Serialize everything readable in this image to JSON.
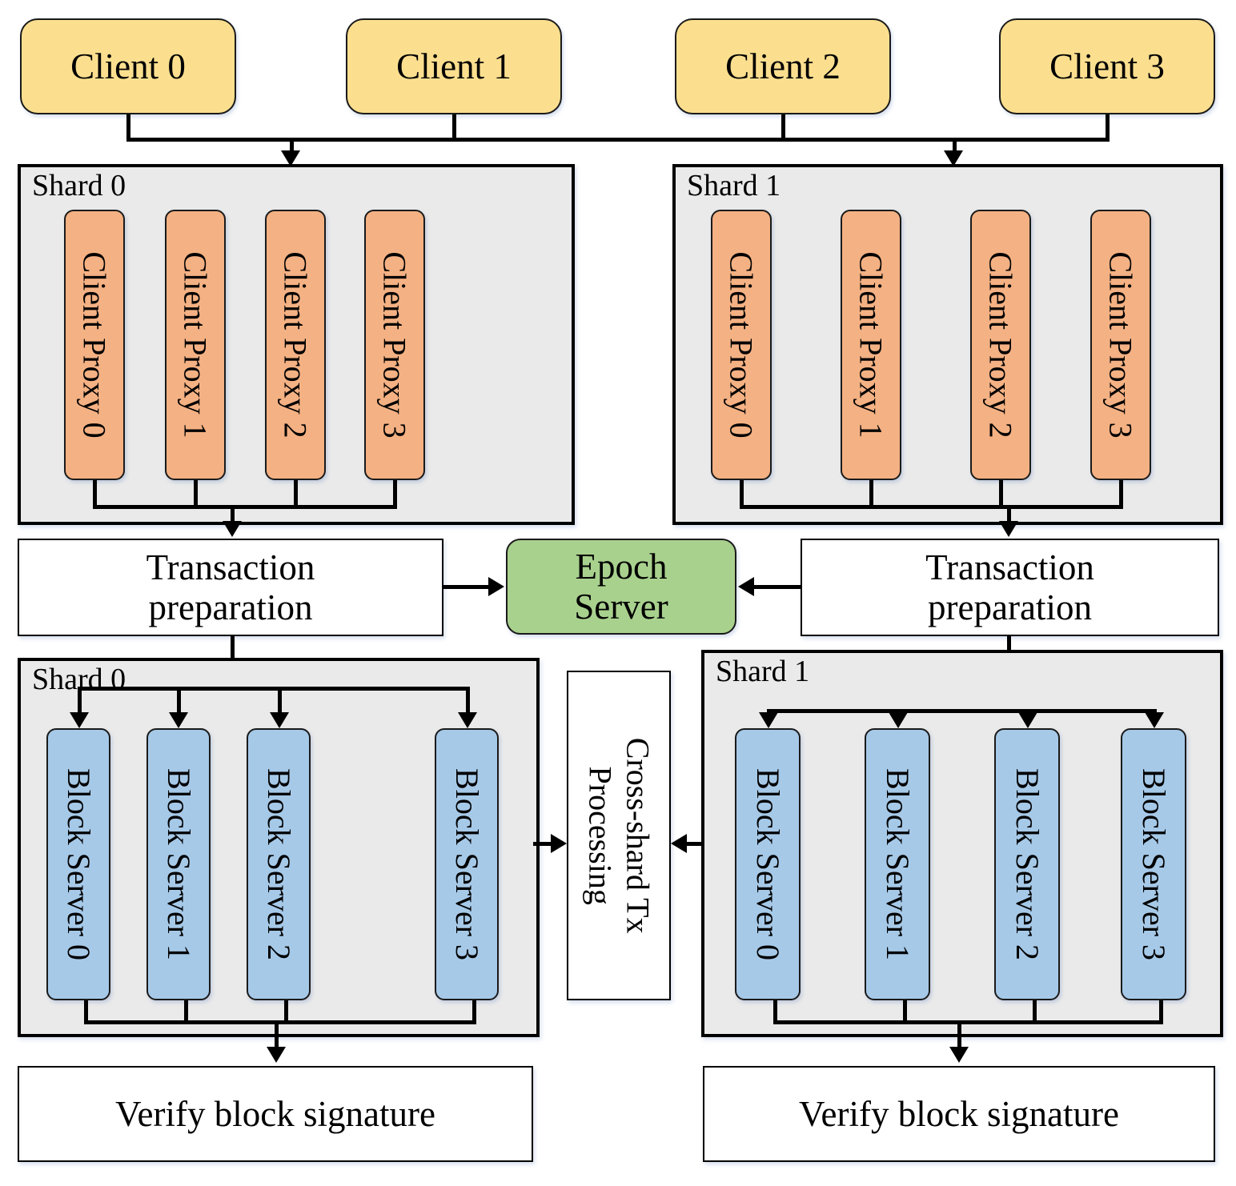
{
  "diagram": {
    "title": "Sharded blockchain transaction processing architecture",
    "colors": {
      "client": "#fbdf8f",
      "proxy": "#f4b183",
      "block_server": "#a6c9e8",
      "epoch_server": "#a9d18e",
      "shard_container": "#eaeaea",
      "plain_box": "#ffffff",
      "stroke": "#000000"
    }
  },
  "clients": [
    {
      "label": "Client 0"
    },
    {
      "label": "Client 1"
    },
    {
      "label": "Client 2"
    },
    {
      "label": "Client 3"
    }
  ],
  "proxy_shards": [
    {
      "label": "Shard 0",
      "nodes": [
        {
          "label": "Client Proxy 0"
        },
        {
          "label": "Client Proxy 1"
        },
        {
          "label": "Client Proxy 2"
        },
        {
          "label": "Client Proxy 3"
        }
      ]
    },
    {
      "label": "Shard 1",
      "nodes": [
        {
          "label": "Client Proxy 0"
        },
        {
          "label": "Client Proxy 1"
        },
        {
          "label": "Client Proxy 2"
        },
        {
          "label": "Client Proxy 3"
        }
      ]
    }
  ],
  "transaction_preparation": [
    {
      "line1": "Transaction",
      "line2": "preparation"
    },
    {
      "line1": "Transaction",
      "line2": "preparation"
    }
  ],
  "epoch_server": {
    "line1": "Epoch",
    "line2": "Server"
  },
  "cross_shard": {
    "line1": "Cross-shard Tx",
    "line2": "Processing"
  },
  "block_shards": [
    {
      "label": "Shard 0",
      "nodes": [
        {
          "label": "Block Server 0"
        },
        {
          "label": "Block Server 1"
        },
        {
          "label": "Block Server 2"
        },
        {
          "label": "Block Server 3"
        }
      ]
    },
    {
      "label": "Shard 1",
      "nodes": [
        {
          "label": "Block Server 0"
        },
        {
          "label": "Block Server 1"
        },
        {
          "label": "Block Server 2"
        },
        {
          "label": "Block Server 3"
        }
      ]
    }
  ],
  "verify_blocks": [
    {
      "label": "Verify block signature"
    },
    {
      "label": "Verify block signature"
    }
  ]
}
